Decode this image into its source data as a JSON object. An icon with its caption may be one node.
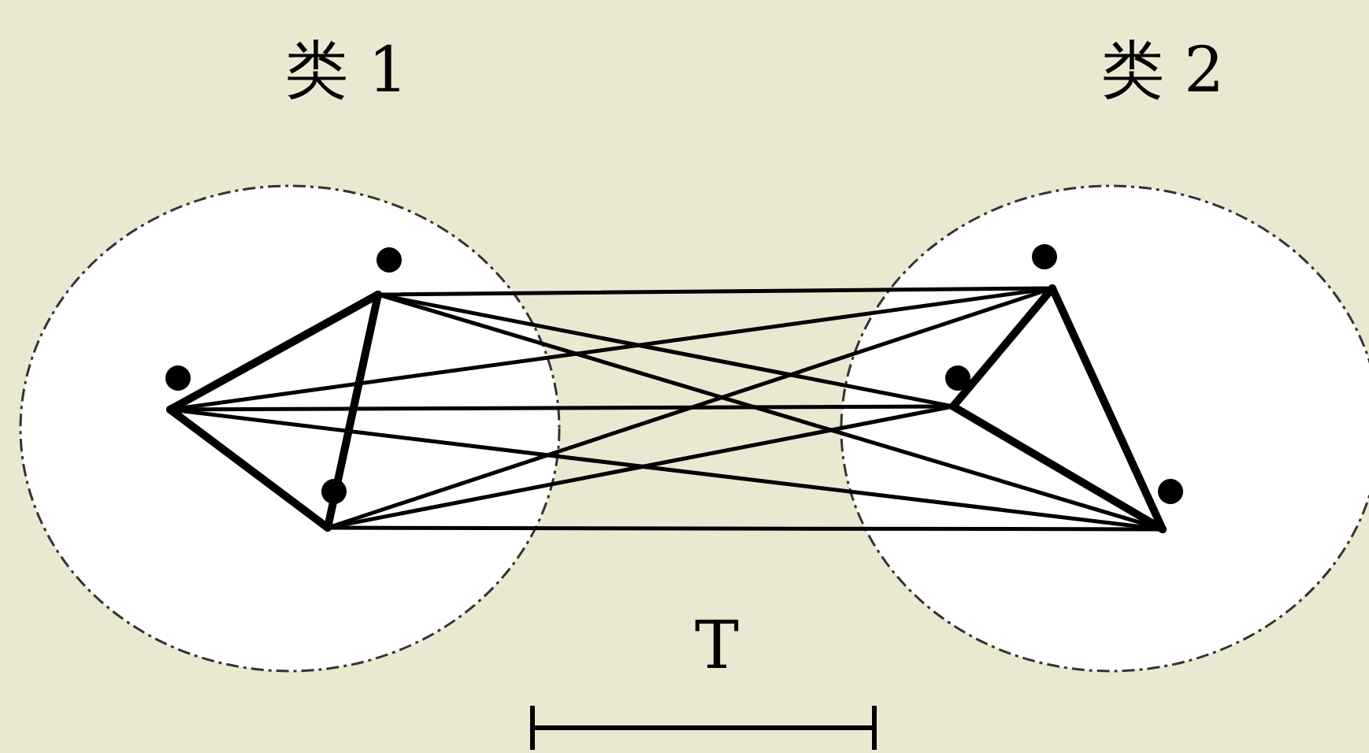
{
  "diagram": {
    "nodes": [
      {
        "text": [
          "类 1"
        ]
      },
      {
        "text": [],
        "shape": "circle",
        "in": 0
      },
      {
        "text": [],
        "shape": "circle",
        "in": 0
      },
      {
        "text": [],
        "shape": "circle",
        "in": 0
      },
      {
        "text": [
          "类 2"
        ]
      },
      {
        "text": [],
        "shape": "circle",
        "in": 4
      },
      {
        "text": [],
        "shape": "circle",
        "in": 4
      },
      {
        "text": [],
        "shape": "circle",
        "in": 4
      }
    ],
    "edges": [
      {
        "from": 1,
        "to": 2,
        "arrow": "none",
        "style": "thick"
      },
      {
        "from": 1,
        "to": 3,
        "arrow": "none",
        "style": "thick"
      },
      {
        "from": 2,
        "to": 3,
        "arrow": "none",
        "style": "thick"
      },
      {
        "from": 5,
        "to": 6,
        "arrow": "none",
        "style": "thick"
      },
      {
        "from": 5,
        "to": 7,
        "arrow": "none",
        "style": "thick"
      },
      {
        "from": 6,
        "to": 7,
        "arrow": "none",
        "style": "thick"
      },
      {
        "from": 1,
        "to": 5,
        "arrow": "none"
      },
      {
        "from": 1,
        "to": 6,
        "arrow": "none"
      },
      {
        "from": 1,
        "to": 7,
        "arrow": "none"
      },
      {
        "from": 2,
        "to": 5,
        "arrow": "none"
      },
      {
        "from": 2,
        "to": 6,
        "arrow": "none"
      },
      {
        "from": 2,
        "to": 7,
        "arrow": "none"
      },
      {
        "from": 3,
        "to": 5,
        "arrow": "none"
      },
      {
        "from": 3,
        "to": 6,
        "arrow": "none"
      },
      {
        "from": 3,
        "to": 7,
        "arrow": "none"
      }
    ],
    "labels": [
      "T"
    ]
  }
}
